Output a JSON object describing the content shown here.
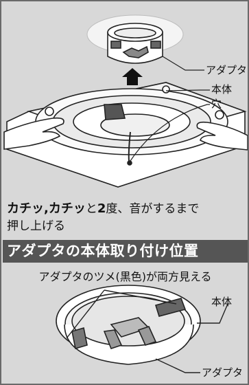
{
  "labels": {
    "adapter_top": "アダプタ",
    "body_top": "本体",
    "hole": "穴",
    "body_bottom": "本体",
    "adapter_bottom": "アダプタ"
  },
  "caption": {
    "bold1": "カチッ,カチッ",
    "text1": "と",
    "bold2": "2",
    "text2": "度、音がするまで",
    "line2": "押し上げる"
  },
  "section": {
    "title": "アダプタの本体取り付け位置",
    "subtitle": "アダプタのツメ(黒色)が両方見える"
  },
  "colors": {
    "panel_bg": "#d8d8d8",
    "header_bg": "#555555",
    "outline": "#222222"
  }
}
